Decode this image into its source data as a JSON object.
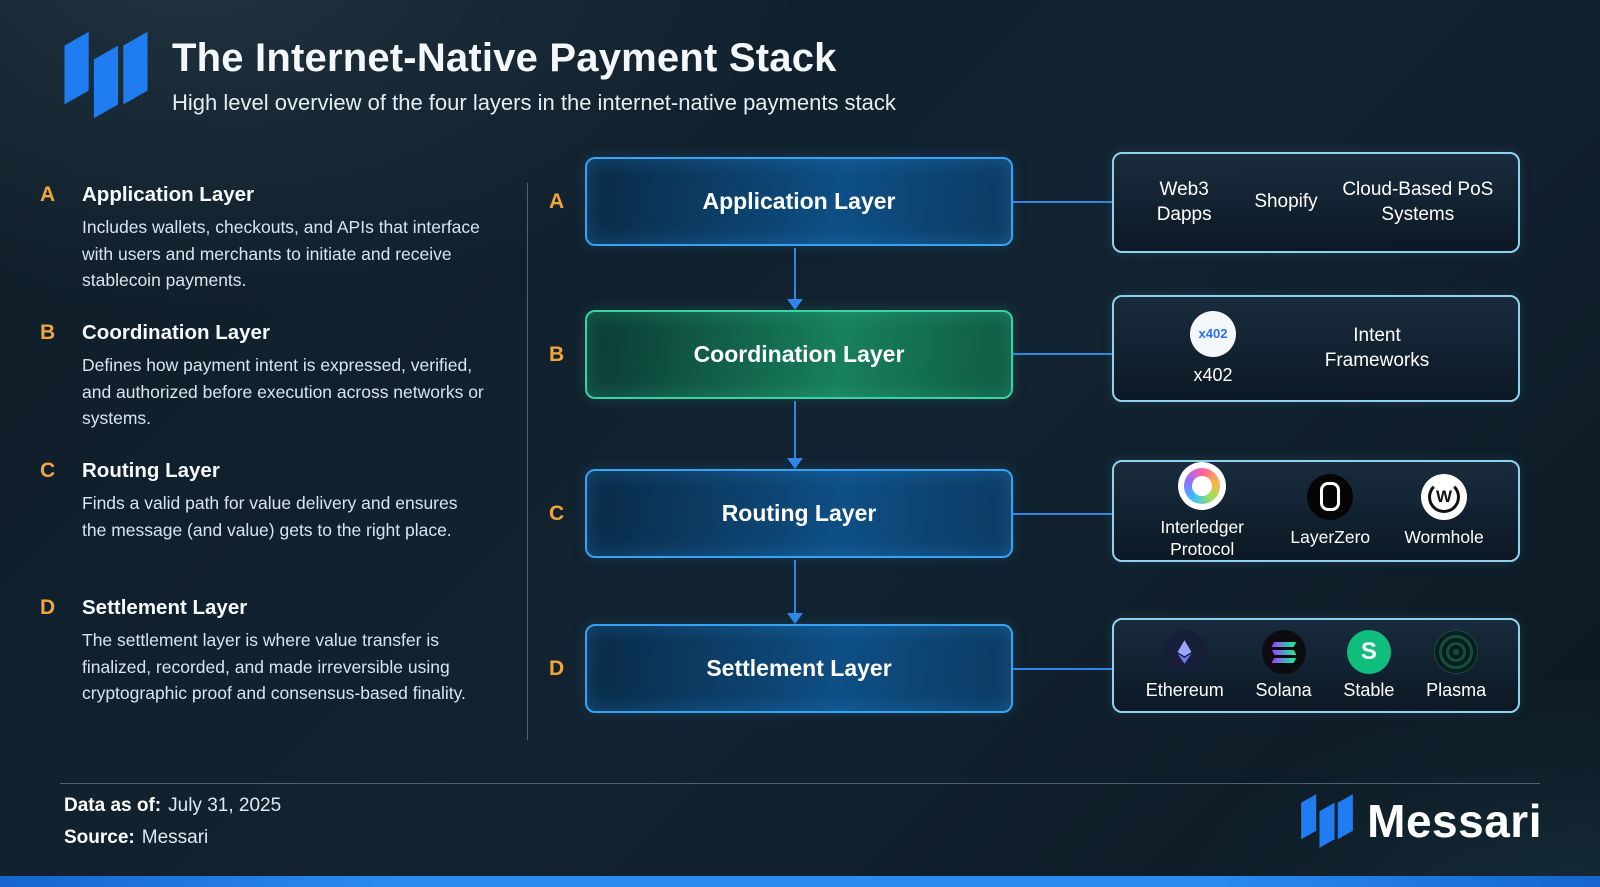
{
  "header": {
    "title": "The Internet-Native Payment Stack",
    "subtitle": "High level overview of the four layers in the internet-native payments stack"
  },
  "legend": [
    {
      "letter": "A",
      "title": "Application Layer",
      "body": "Includes wallets, checkouts, and APIs that interface with users and merchants to initiate and receive stablecoin payments."
    },
    {
      "letter": "B",
      "title": "Coordination Layer",
      "body": "Defines how payment intent is expressed, verified, and authorized before execution across networks or systems."
    },
    {
      "letter": "C",
      "title": "Routing Layer",
      "body": "Finds a valid path for value delivery and ensures the message (and value) gets to the right place."
    },
    {
      "letter": "D",
      "title": "Settlement Layer",
      "body": "The settlement layer is where value transfer is finalized, recorded, and made irreversible using cryptographic proof and consensus-based finality."
    }
  ],
  "stack": [
    {
      "letter": "A",
      "label": "Application Layer",
      "style": "blue"
    },
    {
      "letter": "B",
      "label": "Coordination Layer",
      "style": "green"
    },
    {
      "letter": "C",
      "label": "Routing Layer",
      "style": "blue"
    },
    {
      "letter": "D",
      "label": "Settlement Layer",
      "style": "blue"
    }
  ],
  "panel_a": {
    "items": [
      "Web3 Dapps",
      "Shopify",
      "Cloud-Based PoS Systems"
    ]
  },
  "panel_b": {
    "badge": "x402",
    "x402_label": "x402",
    "intent_label": "Intent Frameworks",
    "icons": [
      "x402-icon"
    ]
  },
  "panel_c": {
    "items": [
      {
        "icon": "interledger-icon",
        "label": "Interledger Protocol"
      },
      {
        "icon": "layerzero-icon",
        "label": "LayerZero"
      },
      {
        "icon": "wormhole-icon",
        "label": "Wormhole"
      }
    ]
  },
  "panel_d": {
    "items": [
      {
        "icon": "ethereum-icon",
        "label": "Ethereum"
      },
      {
        "icon": "solana-icon",
        "label": "Solana"
      },
      {
        "icon": "stable-icon",
        "label": "Stable"
      },
      {
        "icon": "plasma-icon",
        "label": "Plasma"
      }
    ]
  },
  "footer": {
    "data_as_of_label": "Data as of:",
    "data_as_of_value": "July 31, 2025",
    "source_label": "Source:",
    "source_value": "Messari",
    "brand": "Messari"
  },
  "colors": {
    "accent_blue": "#2f86e8",
    "box_border_blue": "#36a3f5",
    "box_border_green": "#3bd3a2",
    "panel_border": "#8ed2ee",
    "letter_orange": "#f0a63c",
    "logo_blue": "#1f7cf1",
    "bottom_strip": "#2b8cf0"
  }
}
